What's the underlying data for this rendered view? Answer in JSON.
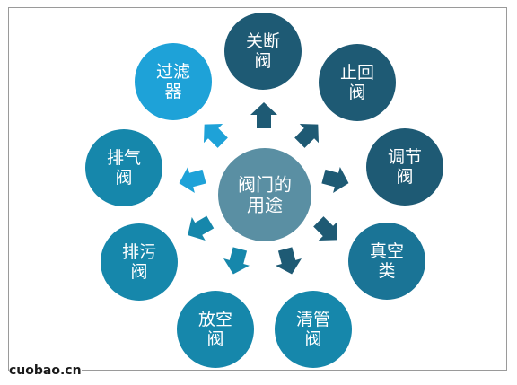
{
  "center": {
    "text": "阀门的\n用途"
  },
  "nodes": [
    {
      "id": "guanduan",
      "text": "关断\n阀"
    },
    {
      "id": "zhihui",
      "text": "止回\n阀"
    },
    {
      "id": "tiaojie",
      "text": "调节\n阀"
    },
    {
      "id": "zhenkong",
      "text": "真空\n类"
    },
    {
      "id": "qingguan",
      "text": "清管\n阀"
    },
    {
      "id": "fangkong",
      "text": "放空\n阀"
    },
    {
      "id": "paiwu",
      "text": "排污\n阀"
    },
    {
      "id": "paiqi",
      "text": "排气\n阀"
    },
    {
      "id": "guolv",
      "text": "过滤\n器"
    }
  ],
  "colors": {
    "center": "#5a8fa3",
    "dark": "#1e5a74",
    "mid": "#1a7496",
    "teal": "#1687ab",
    "light": "#1ea2d8"
  },
  "watermark": "cuobao.cn"
}
